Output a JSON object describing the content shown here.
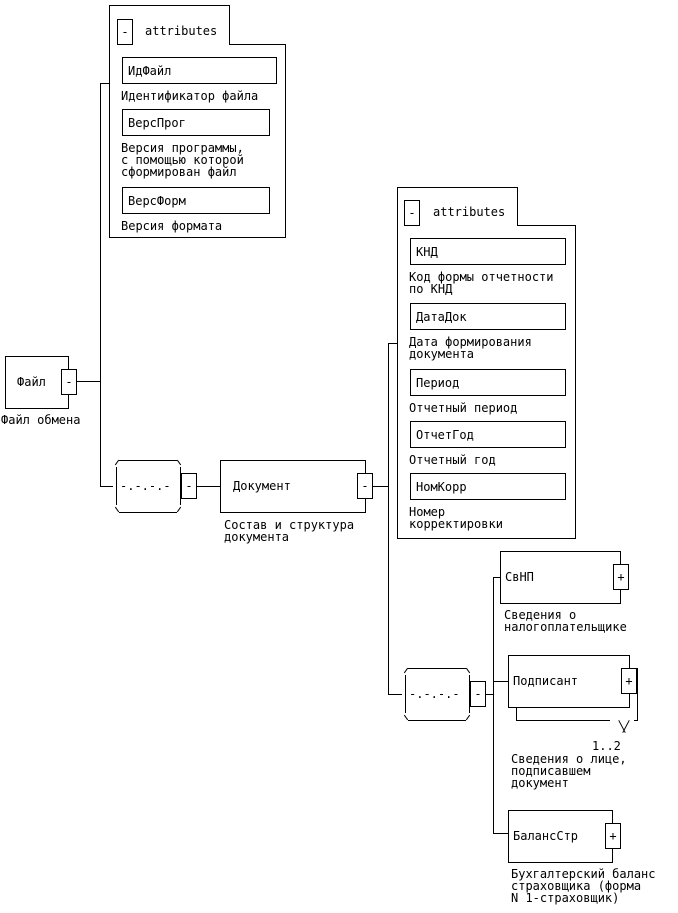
{
  "root": {
    "name": "Файл",
    "description": "Файл обмена",
    "toggle": "-",
    "attributes": {
      "title": "attributes",
      "toggle": "-",
      "items": [
        {
          "name": "ИдФайл",
          "description": "Идентификатор файла"
        },
        {
          "name": "ВерсПрог",
          "description": "Версия программы,\nс помощью которой\nсформирован файл"
        },
        {
          "name": "ВерсФорм",
          "description": "Версия формата"
        }
      ]
    },
    "sequence": {
      "symbol": "-.-.-.-",
      "toggle": "-"
    }
  },
  "document": {
    "name": "Документ",
    "description": "Состав и структура\nдокумента",
    "toggle": "-",
    "attributes": {
      "title": "attributes",
      "toggle": "-",
      "items": [
        {
          "name": "КНД",
          "description": "Код формы отчетности\nпо КНД"
        },
        {
          "name": "ДатаДок",
          "description": "Дата формирования\nдокумента"
        },
        {
          "name": "Период",
          "description": "Отчетный период"
        },
        {
          "name": "ОтчетГод",
          "description": "Отчетный год"
        },
        {
          "name": "НомКорр",
          "description": "Номер\nкорректировки"
        }
      ]
    },
    "sequence": {
      "symbol": "-.-.-.-",
      "toggle": "-"
    },
    "children": [
      {
        "name": "СвНП",
        "description": "Сведения о\nналогоплательщике",
        "toggle": "+"
      },
      {
        "name": "Подписант",
        "description": "Сведения о лице,\nподписавшем\nдокумент",
        "toggle": "+",
        "multiplicity": "1..2"
      },
      {
        "name": "БалансСтр",
        "description": "Бухгалтерский баланс\nстраховщика (форма\nN 1-страховщик)",
        "toggle": "+"
      }
    ]
  }
}
